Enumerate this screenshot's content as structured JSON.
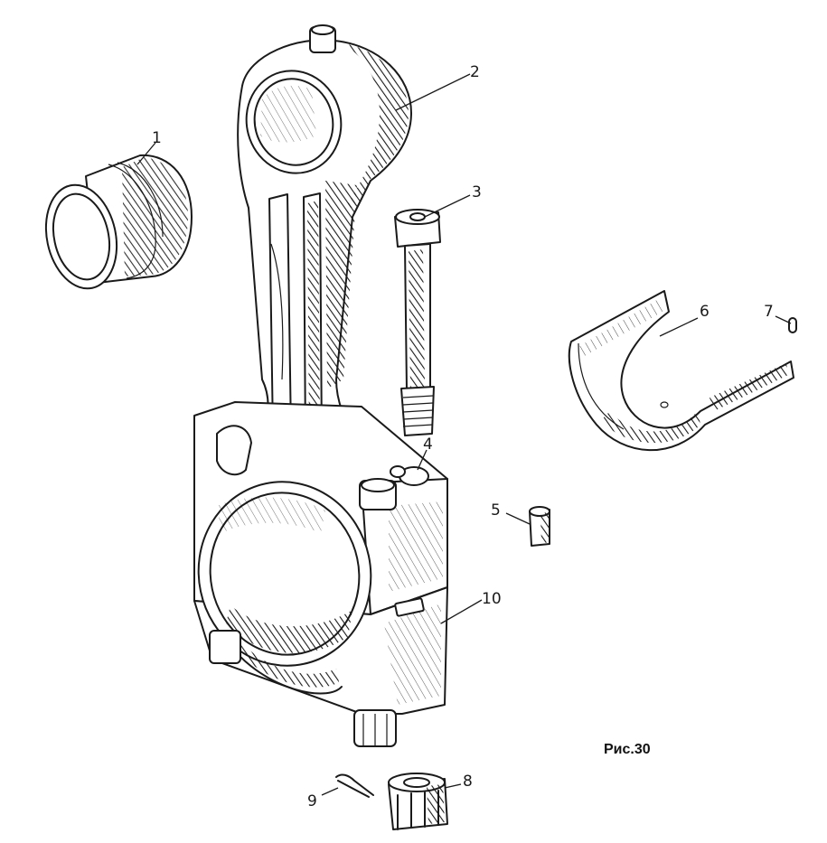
{
  "figure": {
    "caption": "Рис.30",
    "part_labels": [
      "1",
      "2",
      "3",
      "4",
      "5",
      "6",
      "7",
      "8",
      "9",
      "10"
    ]
  },
  "colors": {
    "ink": "#1a1a1a",
    "paper": "#ffffff"
  }
}
